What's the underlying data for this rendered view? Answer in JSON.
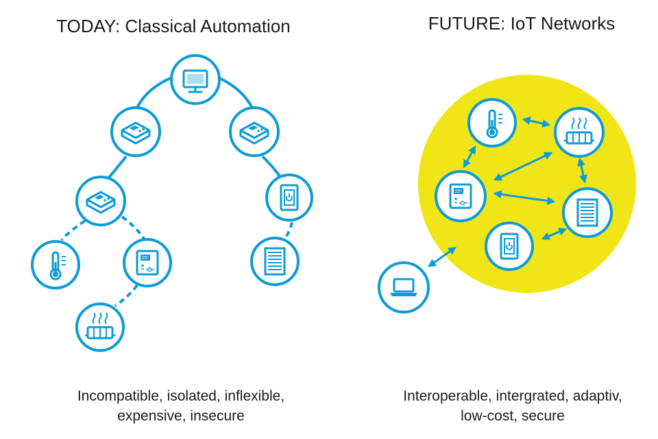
{
  "colors": {
    "accent": "#0d9bd7",
    "highlight": "#f0e617",
    "text": "#1a1a1a"
  },
  "today": {
    "title": "TODAY: Classical Automation",
    "caption_line1": "Incompatible, isolated, inflexible,",
    "caption_line2": "expensive, insecure",
    "nodes": [
      {
        "id": "t-monitor",
        "icon": "monitor-icon"
      },
      {
        "id": "t-controller-left",
        "icon": "controller-icon"
      },
      {
        "id": "t-controller-right",
        "icon": "controller-icon"
      },
      {
        "id": "t-controller-lower",
        "icon": "controller-icon"
      },
      {
        "id": "t-switch",
        "icon": "light-switch-icon"
      },
      {
        "id": "t-thermometer",
        "icon": "thermometer-icon"
      },
      {
        "id": "t-thermostat",
        "icon": "thermostat-icon"
      },
      {
        "id": "t-blinds",
        "icon": "blinds-icon"
      },
      {
        "id": "t-radiator",
        "icon": "radiator-icon"
      }
    ]
  },
  "future": {
    "title": "FUTURE: IoT Networks",
    "caption_line1": "Interoperable, intergrated, adaptiv,",
    "caption_line2": "low-cost, secure",
    "nodes": [
      {
        "id": "f-thermometer",
        "icon": "thermometer-icon"
      },
      {
        "id": "f-radiator",
        "icon": "radiator-icon"
      },
      {
        "id": "f-thermostat",
        "icon": "thermostat-icon"
      },
      {
        "id": "f-blinds",
        "icon": "blinds-icon"
      },
      {
        "id": "f-switch",
        "icon": "light-switch-icon"
      },
      {
        "id": "f-laptop",
        "icon": "laptop-icon"
      }
    ]
  }
}
